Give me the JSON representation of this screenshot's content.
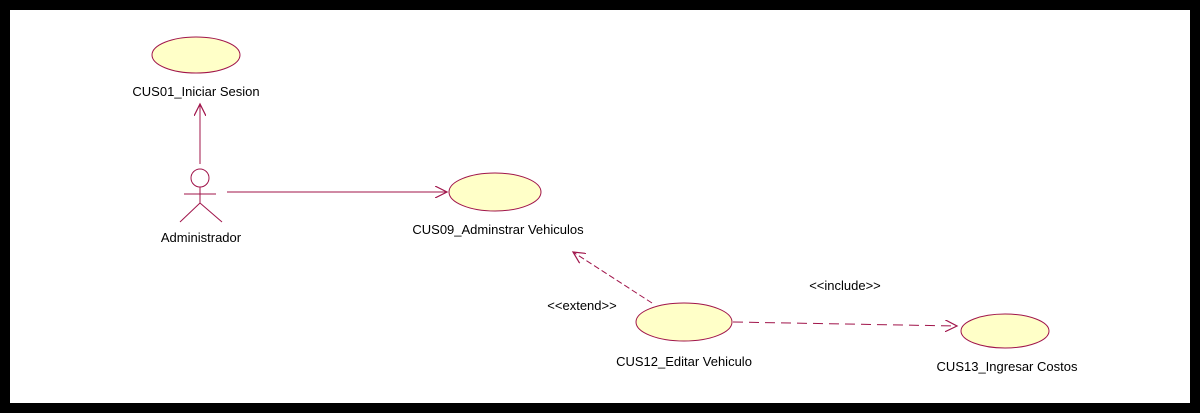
{
  "diagram": {
    "use_cases": [
      {
        "id": "cus01",
        "label": "CUS01_Iniciar Sesion"
      },
      {
        "id": "cus09",
        "label": "CUS09_Adminstrar Vehiculos"
      },
      {
        "id": "cus12",
        "label": "CUS12_Editar Vehiculo"
      },
      {
        "id": "cus13",
        "label": "CUS13_Ingresar Costos"
      }
    ],
    "actor": {
      "label": "Administrador"
    },
    "relations": {
      "extend_label": "<<extend>>",
      "include_label": "<<include>>"
    }
  },
  "colors": {
    "usecase_fill": "#ffffc8",
    "line": "#a0144a",
    "frame": "#000000"
  }
}
